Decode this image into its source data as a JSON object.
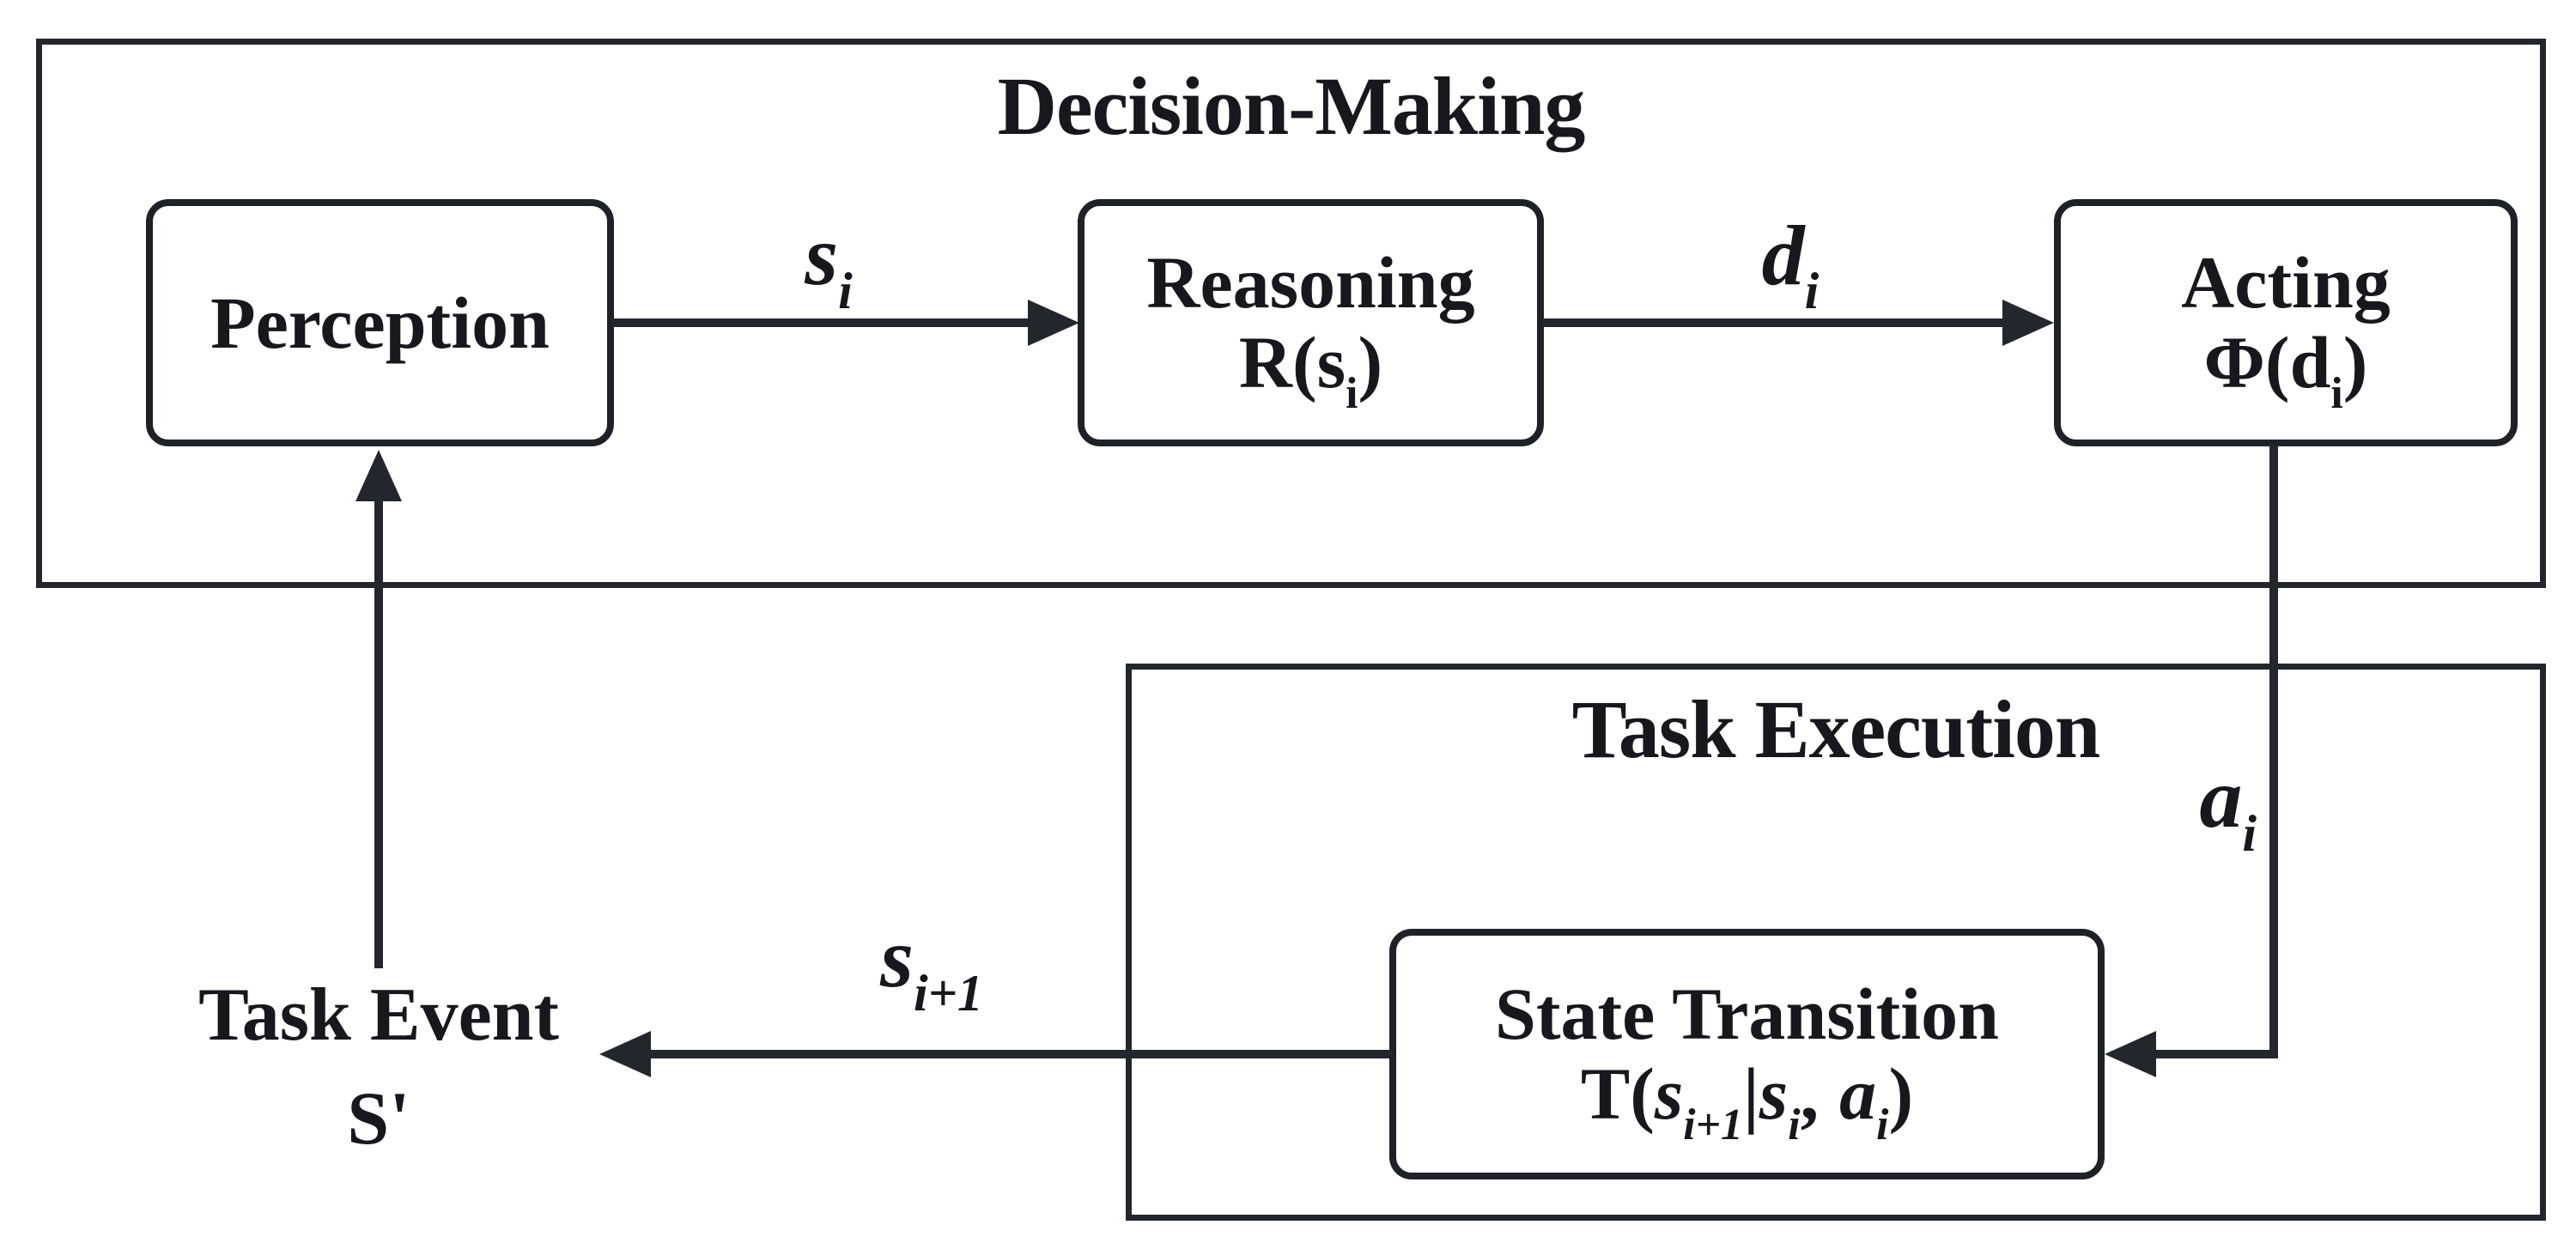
{
  "diagram": {
    "decision_box": {
      "title": "Decision-Making"
    },
    "task_box": {
      "title": "Task Execution"
    },
    "nodes": {
      "perception": {
        "label": "Perception"
      },
      "reasoning": {
        "label": "Reasoning",
        "formula": {
          "open": "R(",
          "var": "s",
          "sub": "i",
          "close": ")"
        }
      },
      "acting": {
        "label": "Acting",
        "formula": {
          "open": "Φ(",
          "var": "d",
          "sub": "i",
          "close": ")"
        }
      },
      "state_transition": {
        "label": "State Transition",
        "formula": {
          "open": "T(",
          "var1": "s",
          "sub1": "i+1",
          "bar": "|",
          "var2": "s",
          "sub2": "i",
          "comma": ",",
          "var3": "a",
          "sub3": "i",
          "close": ")"
        }
      }
    },
    "edge_labels": {
      "si": {
        "base": "s",
        "sub": "i"
      },
      "di": {
        "base": "d",
        "sub": "i"
      },
      "ai": {
        "base": "a",
        "sub": "i"
      },
      "si1": {
        "base": "s",
        "sub": "i+1"
      }
    },
    "task_event": {
      "line1": "Task Event",
      "line2": "S'"
    },
    "colors": {
      "ink": "#23272d",
      "text": "#16181d",
      "background": "#ffffff"
    }
  }
}
